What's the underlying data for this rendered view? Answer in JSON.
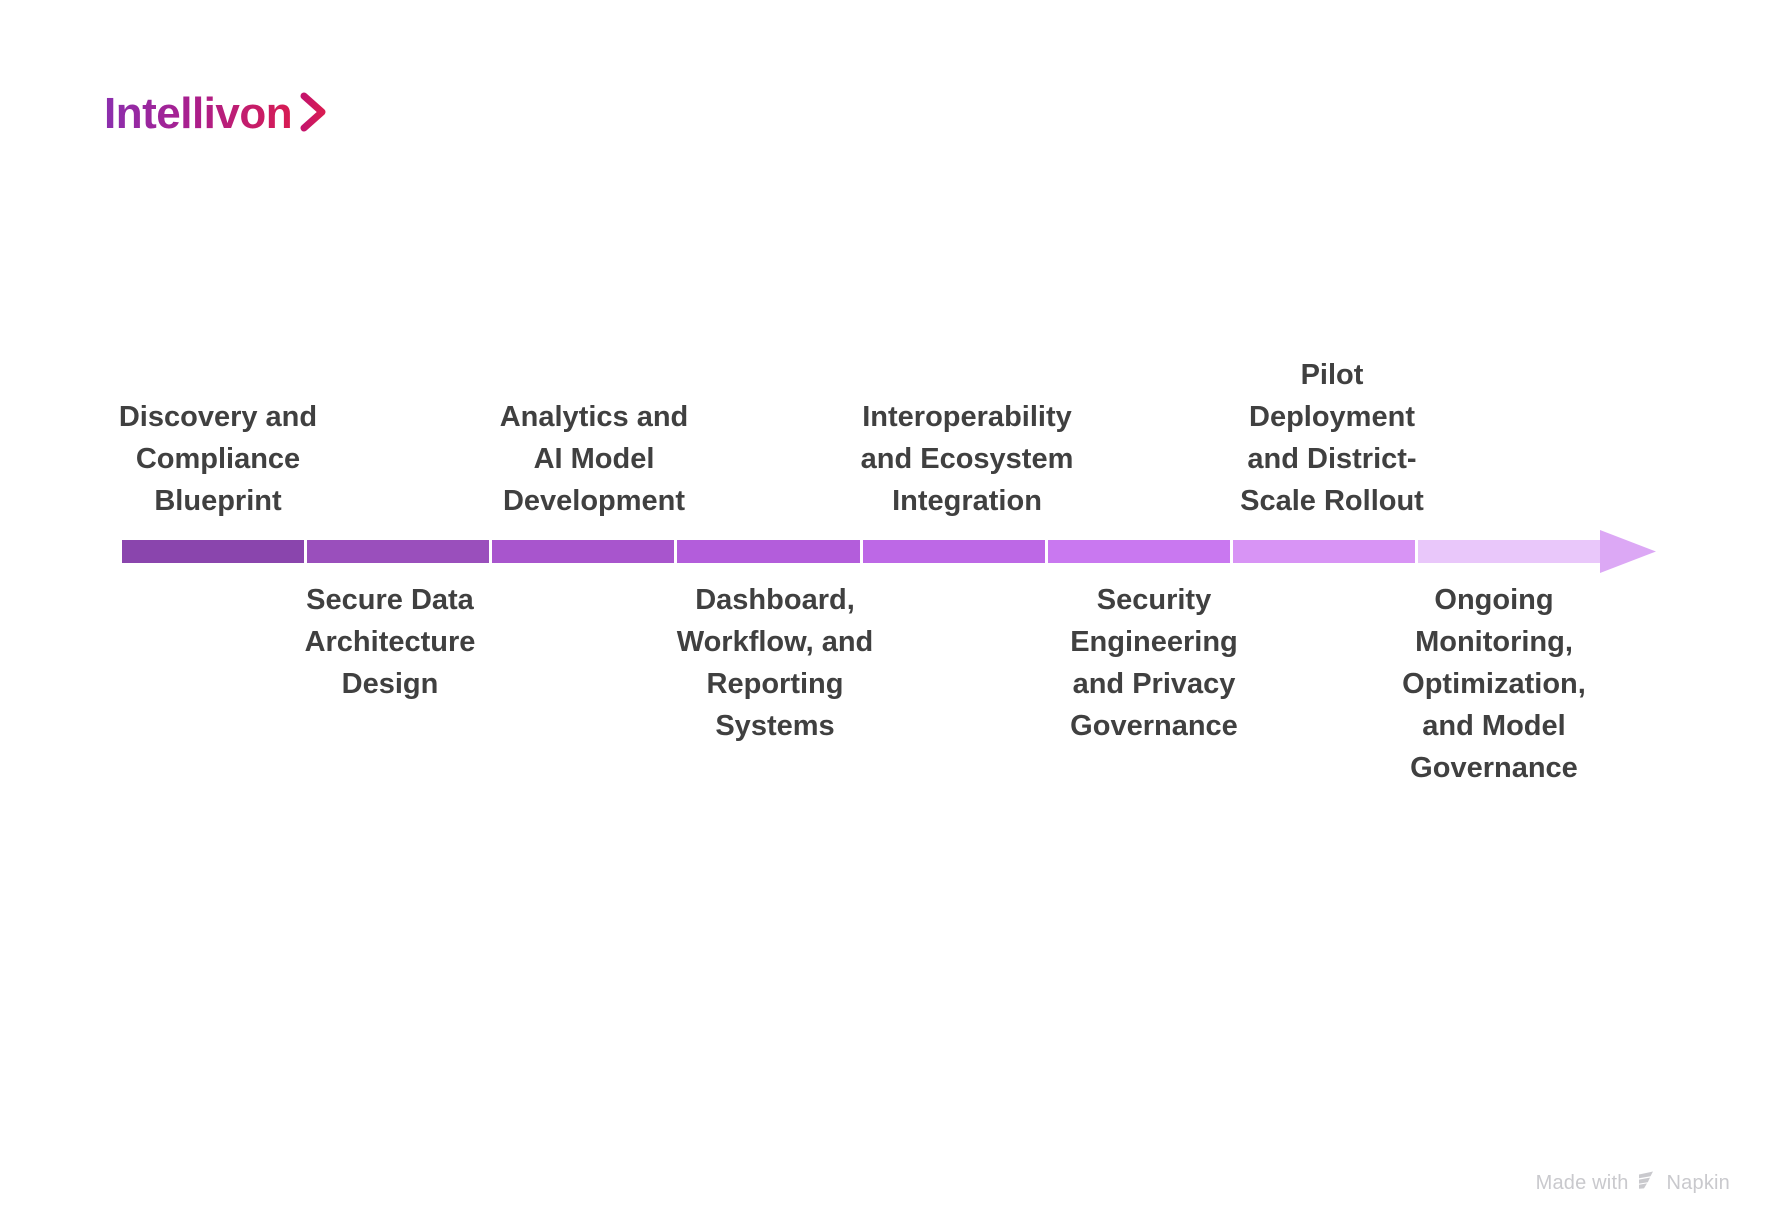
{
  "brand": {
    "name": "Intellivon",
    "chevron_icon": "chevron-right-icon",
    "gradient_from": "#8b2fae",
    "gradient_to": "#d81b52"
  },
  "chart_data": {
    "type": "timeline",
    "title": "",
    "orientation": "horizontal",
    "direction": "left-to-right",
    "arrow_end": true,
    "bar_color_start": "#8a45ad",
    "bar_color_end": "#e9c7fa",
    "arrow_color": "#dca8f5",
    "label_color": "#404040",
    "segment_count": 8,
    "segments": [
      {
        "index": 1,
        "position": "above",
        "color": "#8a45ad",
        "label": "Discovery and\nCompliance\nBlueprint"
      },
      {
        "index": 2,
        "position": "below",
        "color": "#9a4fbc",
        "label": "Secure Data\nArchitecture\nDesign"
      },
      {
        "index": 3,
        "position": "above",
        "color": "#a855cd",
        "label": "Analytics and\nAI Model\nDevelopment"
      },
      {
        "index": 4,
        "position": "below",
        "color": "#b35ddb",
        "label": "Dashboard,\nWorkflow, and\nReporting\nSystems"
      },
      {
        "index": 5,
        "position": "above",
        "color": "#bd68e6",
        "label": "Interoperability\nand Ecosystem\nIntegration"
      },
      {
        "index": 6,
        "position": "below",
        "color": "#c978f0",
        "label": "Security\nEngineering\nand Privacy\nGovernance"
      },
      {
        "index": 7,
        "position": "above",
        "color": "#d894f5",
        "label": "Pilot\nDeployment\nand District-\nScale Rollout"
      },
      {
        "index": 8,
        "position": "below",
        "color": "#e9c7fa",
        "label": "Ongoing\nMonitoring,\nOptimization,\nand Model\nGovernance"
      }
    ]
  },
  "footer": {
    "made_with": "Made with",
    "product": "Napkin",
    "logo_icon": "napkin-logo-icon"
  }
}
